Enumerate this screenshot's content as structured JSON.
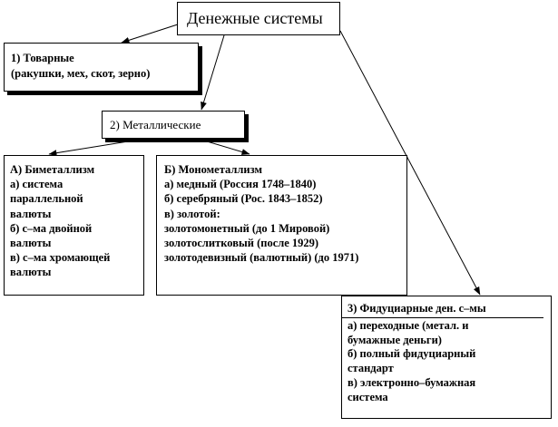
{
  "root": {
    "title": "Денежные системы"
  },
  "commodity": {
    "title": "1) Товарные",
    "lines": [
      "(ракушки,  мех, скот, зерно)"
    ]
  },
  "metal": {
    "title": "2) Металлические"
  },
  "bimetallism": {
    "title": "А) Биметаллизм",
    "lines": [
      "а) система",
      "параллельной",
      "валюты",
      "б) с–ма двойной",
      "валюты",
      "в) с–ма хромающей",
      "валюты"
    ]
  },
  "monometallism": {
    "title": "Б) Монометаллизм",
    "lines": [
      "а) медный (Россия 1748–1840)",
      "б) серебряный (Рос.  1843–1852)",
      "в) золотой:",
      "золотомонетный (до 1 Мировой)",
      "золотослитковый (после 1929)",
      "золотодевизный (валютный) (до 1971)"
    ]
  },
  "fiduciary": {
    "title": "3) Фидуциарные ден. с–мы",
    "lines": [
      "а) переходные  (метал. и",
      "бумажные деньги)",
      "б) полный фидуциарный",
      "стандарт",
      "в) электронно–бумажная",
      "система"
    ]
  },
  "colors": {
    "stroke": "#000000",
    "background": "#ffffff",
    "text": "#000000"
  }
}
